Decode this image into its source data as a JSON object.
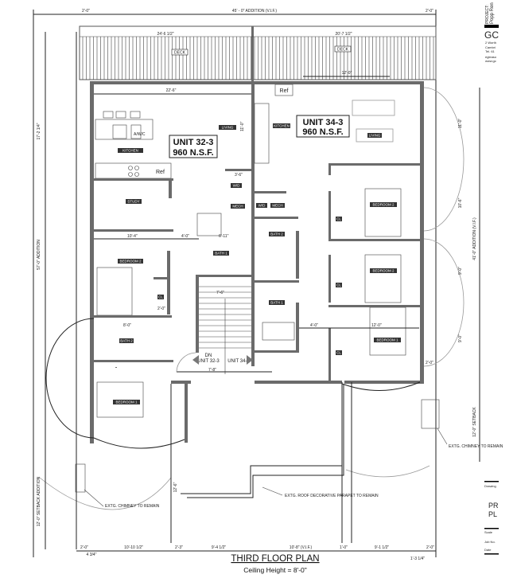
{
  "drawing": {
    "title": "THIRD FLOOR PLAN",
    "subtitle": "Ceiling Height = 8'-0\""
  },
  "deck": {
    "left_label": "DECK",
    "right_label": "DECK",
    "top_dimension": "45' - 0\" ADDITION (V.I.F.)",
    "left_dim": "24'-6 1/2\"",
    "right_dim": "20'-7 1/2\"",
    "inner_dim": "12'-0\"",
    "edge_dim_left": "2'-0\"",
    "edge_dim_right": "2'-0\""
  },
  "units": [
    {
      "name": "UNIT 32-3",
      "area": "960 N.S.F."
    },
    {
      "name": "UNIT 34-3",
      "area": "960 N.S.F."
    }
  ],
  "rooms": {
    "living_left": "LIVING",
    "kitchen_left": "KITCHEN",
    "ref_left": "Ref",
    "study": "STUDY",
    "bedroom2_left": "BEDROOM 2",
    "bedroom1_left": "BEDROOM 1",
    "bath2_left": "BATH 2",
    "bath1_left": "BATH 1",
    "wd_left": "W/D",
    "mech_left": "MECH",
    "cl_left": "CL",
    "living_right": "LIVING",
    "kitchen_right": "KITCHEN",
    "ref_right": "Ref",
    "bedroom2_right": "BEDROOM 2",
    "bedroom1_right": "BEDROOM 1",
    "bath2_right": "BATH 2",
    "bath1_right": "BATH 1",
    "wd_right": "W/D",
    "mech_right": "MECH",
    "cl_right_1": "CL",
    "cl_right_2": "CL",
    "cl_right_3": "CL",
    "awc": "A/W/C"
  },
  "stair": {
    "dn": "DN",
    "left_unit": "UNIT 32-3",
    "right_unit": "UNIT 34-3"
  },
  "dimensions": {
    "living_width": "22'-6\"",
    "living_height": "11'-0\"",
    "closet": "3'-6\"",
    "bedroom_left_w": "10'-4\"",
    "hall": "4'-0\"",
    "bath_w": "6'-11\"",
    "cl_w": "2'-0\"",
    "bath2_w": "8'-0\"",
    "stair_w": "7'-6\"",
    "stair_w2": "7'-8\"",
    "right_hall": "4'-0\"",
    "right_bed": "12'-0\"",
    "right_bay": "2'-0\"",
    "left_vert_1": "17'-2 1/4\"",
    "left_vert_2": "57'-0\" ADDITION",
    "left_vert_3": "12'-0\" SETBACK ADDITION",
    "right_vert": "41'-0\" ADDITION (V.I.F.)",
    "right_vert_2": "11'-0\"",
    "right_vert_3": "10'-6\"",
    "right_vert_4": "9'-0\"",
    "right_vert_5": "9'-0\"",
    "setback_right": "12'-0\" SETBACK",
    "bottom": [
      "2'-0\"",
      "10'-10 1/2\"",
      "2'-3\"",
      "9'-4 1/2\"",
      "10'-8\" (V.I.F.)",
      "1'-0\"",
      "9'-1 1/2\"",
      "2'-0\""
    ],
    "bottom_sub_left": "4 3/4\"",
    "bottom_sub_right": "1'-3 1/4\"",
    "center_vert": "12'-6\""
  },
  "notes": {
    "chimney_left": "EXTG. CHIMNEY TO REMAIN",
    "chimney_right": "EXTG. CHIMNEY TO REMAIN",
    "parapet": "EXTG. ROOF DECORATIVE PARAPET TO REMAIN"
  },
  "title_block": {
    "project_label": "PROJECT:",
    "project_name": "Popp Ren",
    "firm": "GC",
    "address1": "2 Worth",
    "address2": "Cambri",
    "tel": "Tel. 61",
    "email": "egleaso",
    "web": "www.gc",
    "drawing_label": "Drawing",
    "drawing_line1": "PR",
    "drawing_line2": "PL",
    "scale_label": "Scale",
    "job_label": "Job No.",
    "date_label": "Date"
  }
}
